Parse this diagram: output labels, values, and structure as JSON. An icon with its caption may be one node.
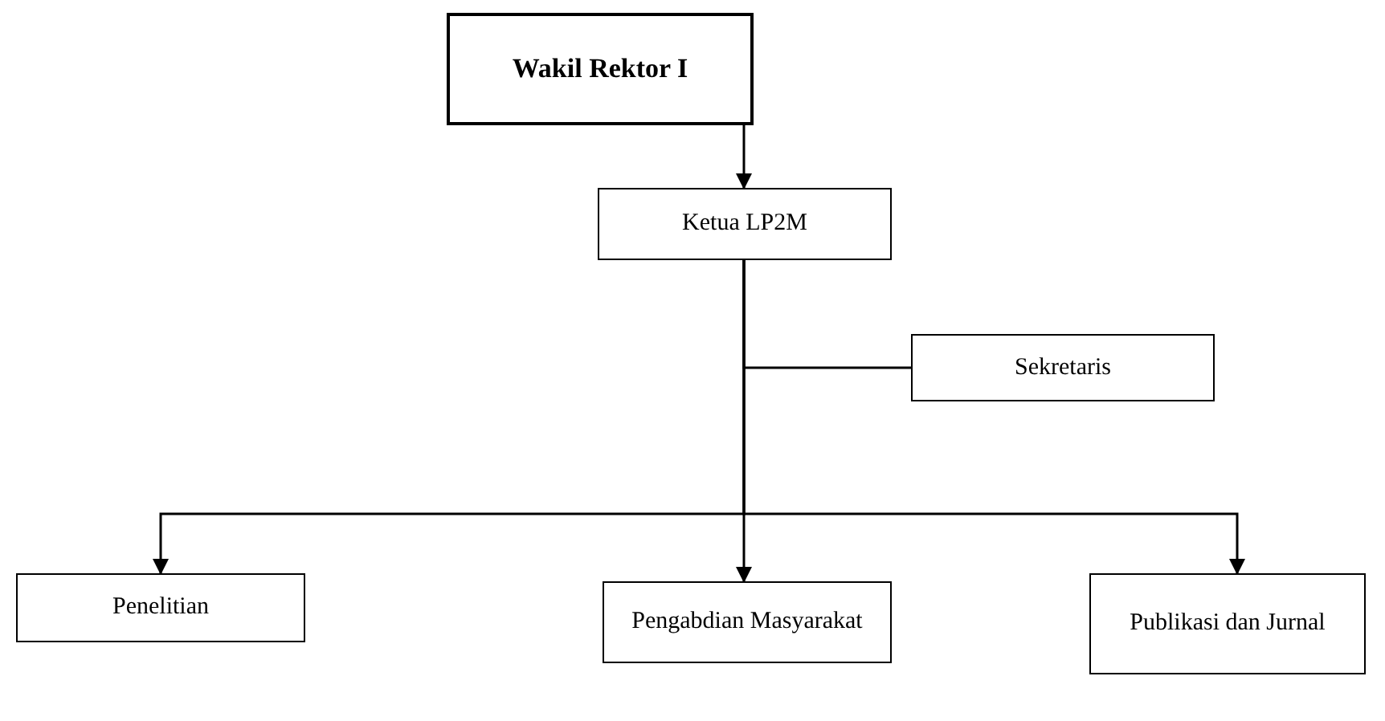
{
  "diagram": {
    "nodes": [
      {
        "text": [
          "Wakil Rektor I"
        ]
      },
      {
        "text": [
          "Ketua LP2M"
        ]
      },
      {
        "text": [
          "Sekretaris"
        ]
      },
      {
        "text": [
          "Penelitian"
        ]
      },
      {
        "text": [
          "Pengabdian Masyarakat"
        ]
      },
      {
        "text": [
          "Publikasi dan Jurnal"
        ]
      }
    ],
    "edges": [
      {
        "from": 0,
        "to": 1,
        "arrow": "to"
      },
      {
        "from": 1,
        "to": 2,
        "arrow": "none"
      },
      {
        "from": 1,
        "to": 3,
        "arrow": "to"
      },
      {
        "from": 1,
        "to": 4,
        "arrow": "to"
      },
      {
        "from": 1,
        "to": 5,
        "arrow": "to"
      }
    ]
  }
}
